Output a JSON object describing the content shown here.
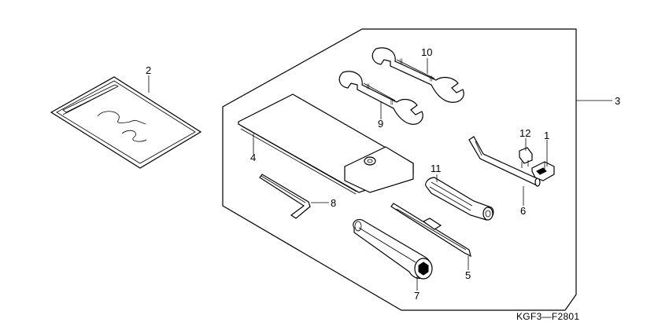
{
  "diagram": {
    "parts": [
      {
        "id": "p1",
        "label": "1"
      },
      {
        "id": "p2",
        "label": "2"
      },
      {
        "id": "p3",
        "label": "3"
      },
      {
        "id": "p4",
        "label": "4"
      },
      {
        "id": "p5",
        "label": "5"
      },
      {
        "id": "p6",
        "label": "6"
      },
      {
        "id": "p7",
        "label": "7"
      },
      {
        "id": "p8",
        "label": "8"
      },
      {
        "id": "p9",
        "label": "9"
      },
      {
        "id": "p10",
        "label": "10"
      },
      {
        "id": "p11",
        "label": "11"
      },
      {
        "id": "p12",
        "label": "12"
      }
    ],
    "figure_code": "KGF3—F2801"
  }
}
